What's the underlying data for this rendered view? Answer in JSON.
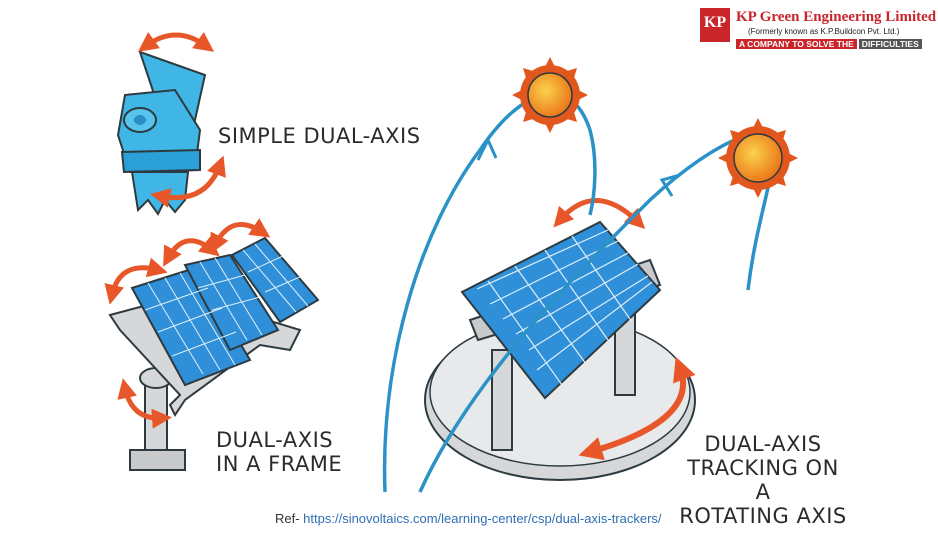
{
  "logo": {
    "mark": "KP",
    "name": "KP Green Engineering Limited",
    "former_name": "(Formerly known as K.P.Buildcon Pvt. Ltd.)",
    "tagline_part1": "A COMPANY TO SOLVE THE",
    "tagline_part2": "DIFFICULTIES"
  },
  "labels": {
    "simple_dual_axis": "SIMPLE DUAL-AXIS",
    "frame_line1": "DUAL-AXIS",
    "frame_line2": "IN A FRAME",
    "rotating_line1": "DUAL-AXIS",
    "rotating_line2": "TRACKING ON A",
    "rotating_line3": "ROTATING AXIS"
  },
  "reference": {
    "prefix": "Ref- ",
    "url": "https://sinovoltaics.com/learning-center/csp/dual-axis-trackers/"
  },
  "colors": {
    "panel_blue": "#2f8fd8",
    "panel_grid": "#dfeffa",
    "mount_blue": "#3fb6e6",
    "arrow_orange": "#e8572a",
    "sun_orange": "#f08a1c",
    "sun_ray": "#e2571e",
    "sun_path": "#2b92c7",
    "frame_gray": "#d6d7d8",
    "outline": "#2d3a40",
    "brand_red": "#c9252b"
  },
  "icons": [
    "sun-icon",
    "solar-panel-icon",
    "rotation-arrow-icon",
    "path-arrow-icon"
  ]
}
